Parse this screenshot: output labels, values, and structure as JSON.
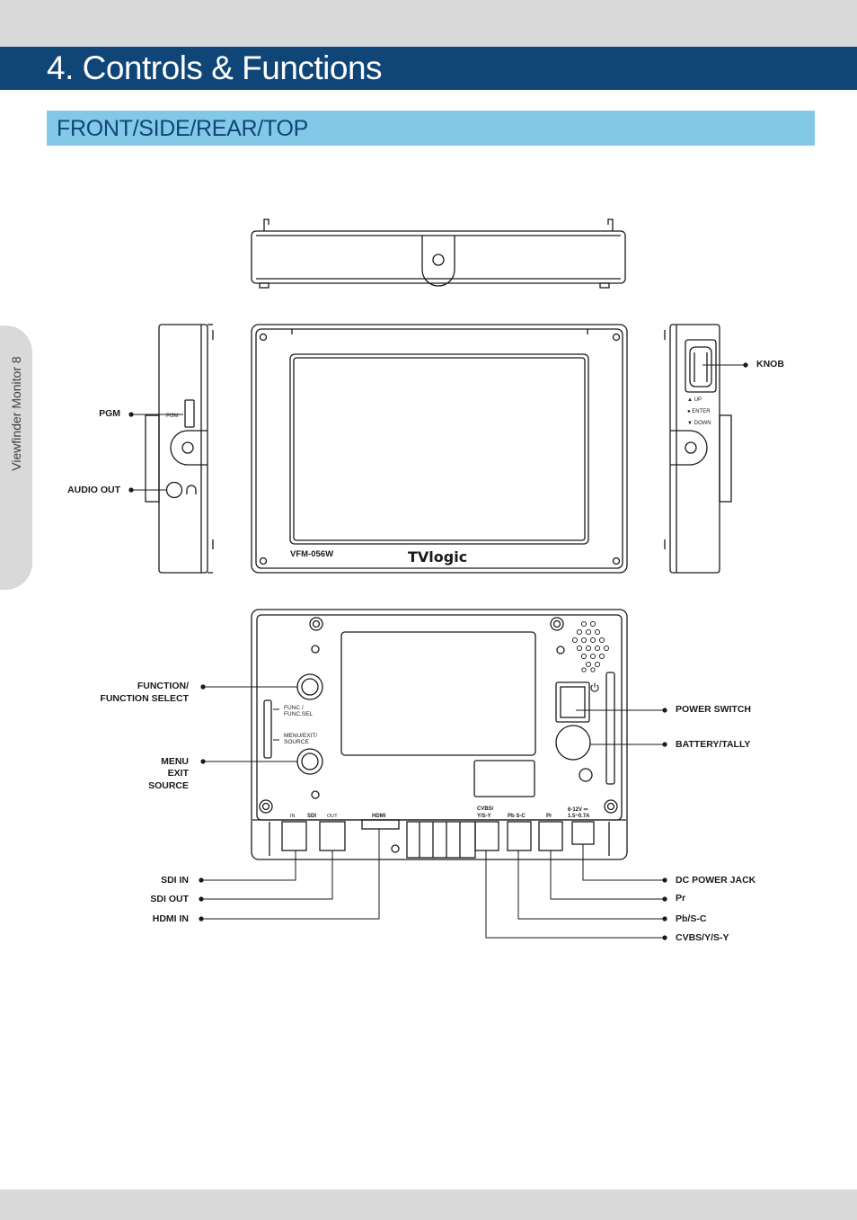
{
  "header": {
    "title": "4. Controls & Functions",
    "section_title": "FRONT/SIDE/REAR/TOP"
  },
  "side_tab": {
    "text": "Viewfinder Monitor  8"
  },
  "front": {
    "model": "VFM-056W",
    "brand": "TVlogic"
  },
  "left_side": {
    "pgm_port": "PGM"
  },
  "right_side": {
    "up": "▲ UP",
    "enter": "● ENTER",
    "down": "▼ DOWN"
  },
  "rear": {
    "func_key": "FUNC /",
    "func_sel": "FUNC.SEL",
    "menu_key": "MENU/EXIT/",
    "source_key": "SOURCE",
    "sdi_in": "IN",
    "sdi": "SDI",
    "sdi_out": "OUT",
    "hdmi": "HDMI",
    "cvbs_1": "CVBS/",
    "cvbs_2": "Y/S-Y",
    "pb": "Pb  S-C",
    "pr": "Pr",
    "dc_1": "6-12V ⎓",
    "dc_2": "1.5~0.7A"
  },
  "callouts": {
    "pgm": "PGM",
    "audio_out": "AUDIO OUT",
    "knob": "KNOB",
    "function_1": "FUNCTION/",
    "function_2": "FUNCTION SELECT",
    "menu_1": "MENU",
    "menu_2": "EXIT",
    "menu_3": "SOURCE",
    "sdi_in": "SDI IN",
    "sdi_out": "SDI OUT",
    "hdmi_in": "HDMI IN",
    "power_switch": "POWER SWITCH",
    "battery_tally": "BATTERY/TALLY",
    "dc_power_jack": "DC POWER JACK",
    "pr": "Pr",
    "pb_sc": "Pb/S-C",
    "cvbs": "CVBS/Y/S-Y"
  }
}
